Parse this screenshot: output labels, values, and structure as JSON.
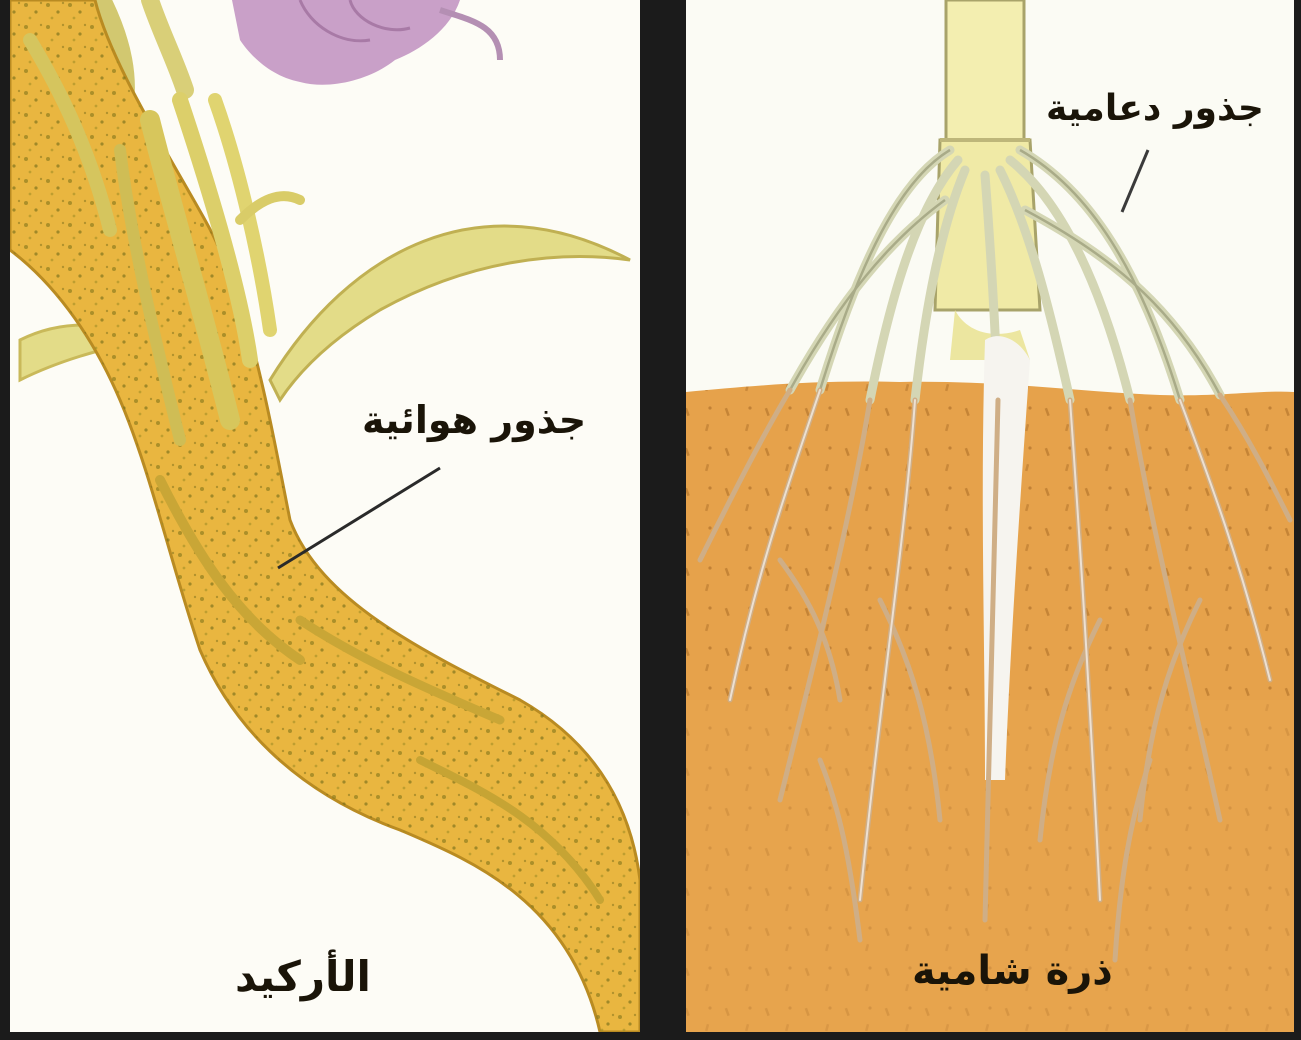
{
  "labels": {
    "aerial_roots": "جذور هوائية",
    "orchid": "الأركيد",
    "prop_roots": "جذور دعامية",
    "corn": "ذرة شامية"
  },
  "colors": {
    "frame": "#1b1b1b",
    "left_background": "#fdfcf6",
    "right_background": "#fbfbf4",
    "soil": "#e6a24b",
    "orchid_stem": "#e9b640",
    "orchid_leaf": "#e3dc88",
    "flower": "#c9a0c8",
    "corn_stalk": "#f3eeb0",
    "corn_root": "#d4d6b4",
    "soil_root": "#cfae86"
  }
}
